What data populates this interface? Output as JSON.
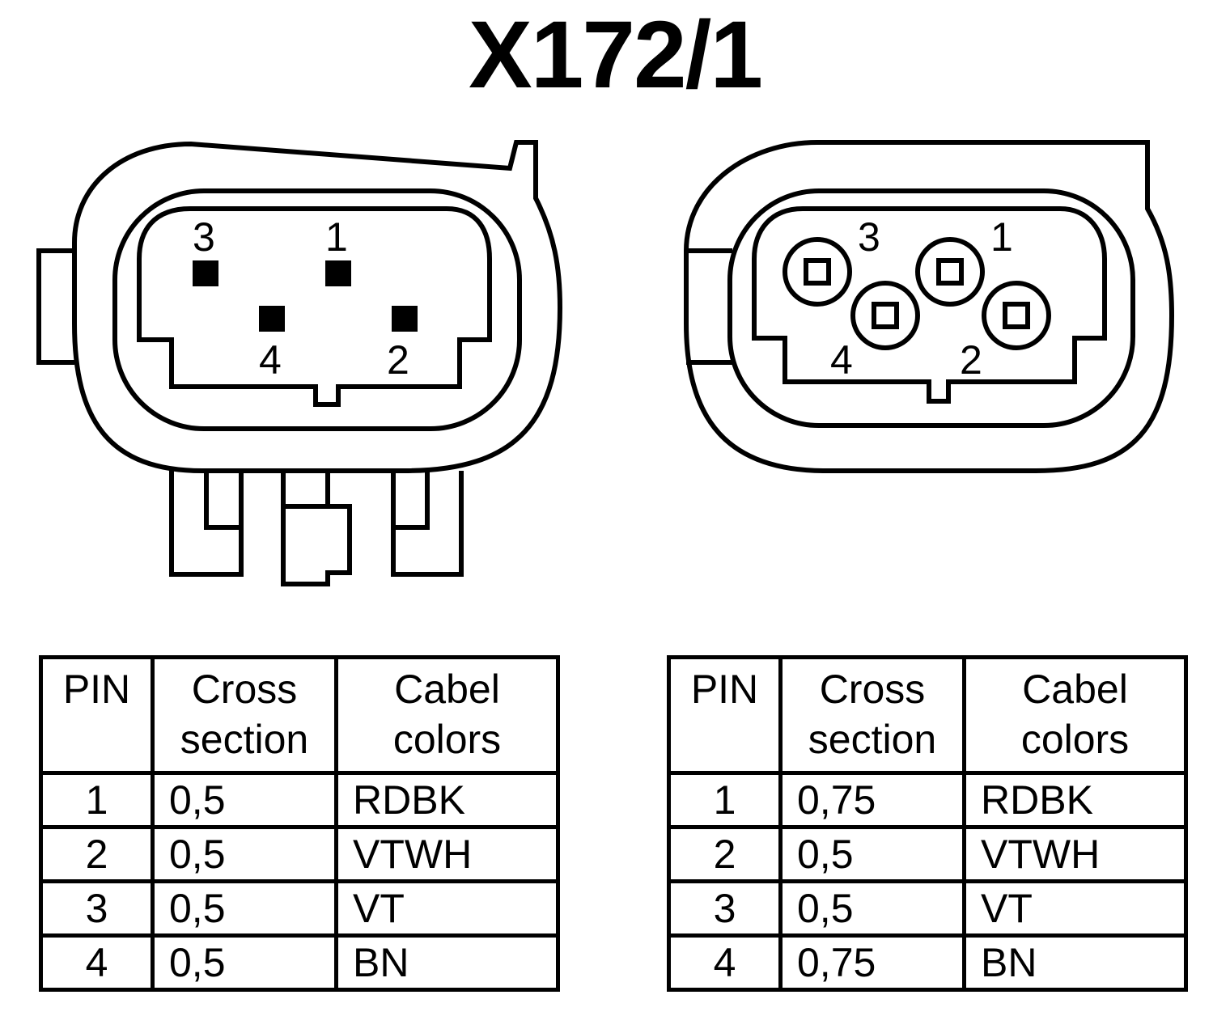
{
  "title": "X172/1",
  "connector_left": {
    "pin_labels": [
      "3",
      "1",
      "4",
      "2"
    ]
  },
  "connector_right": {
    "pin_labels": [
      "3",
      "1",
      "4",
      "2"
    ]
  },
  "table_left": {
    "headers": [
      "PIN",
      "Cross section",
      "Cabel colors"
    ],
    "rows": [
      [
        "1",
        "0,5",
        "RDBK"
      ],
      [
        "2",
        "0,5",
        "VTWH"
      ],
      [
        "3",
        "0,5",
        "VT"
      ],
      [
        "4",
        "0,5",
        "BN"
      ]
    ]
  },
  "table_right": {
    "headers": [
      "PIN",
      "Cross section",
      "Cabel colors"
    ],
    "rows": [
      [
        "1",
        "0,75",
        "RDBK"
      ],
      [
        "2",
        "0,5",
        "VTWH"
      ],
      [
        "3",
        "0,5",
        "VT"
      ],
      [
        "4",
        "0,75",
        "BN"
      ]
    ]
  }
}
